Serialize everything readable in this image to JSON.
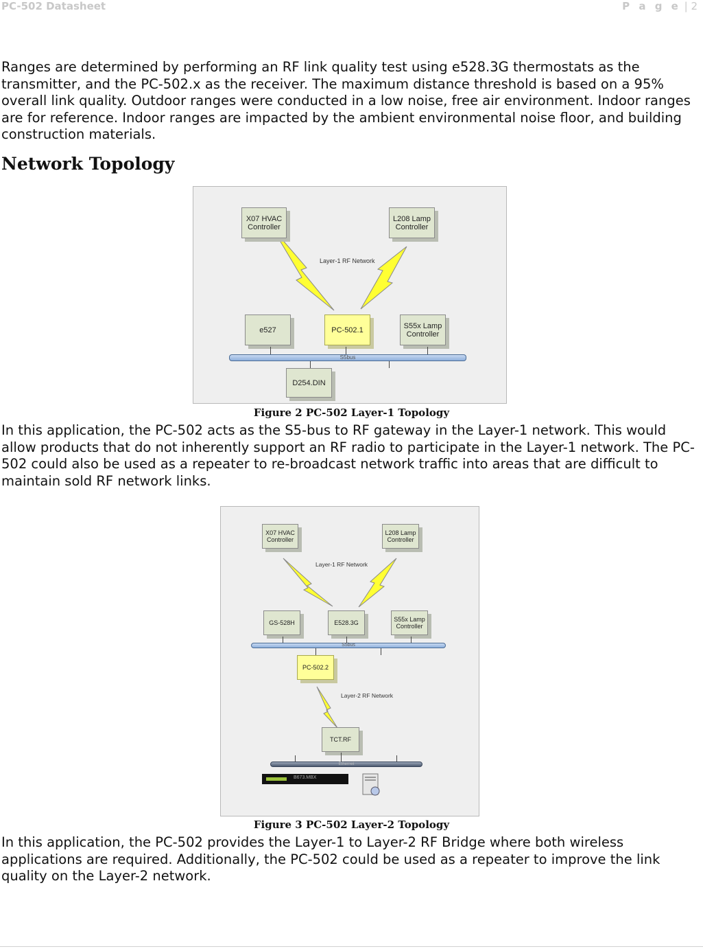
{
  "header": {
    "left": "PC-502 Datasheet",
    "right_word": "P a g e",
    "right_sep": " | ",
    "right_num": "2"
  },
  "intro": "Ranges are determined by performing an RF link quality test using e528.3G thermostats as the transmitter, and the PC-502.x as the receiver. The maximum distance threshold is based on a 95% overall link quality. Outdoor ranges were conducted in a low noise, free air environment. Indoor ranges are for reference. Indoor ranges are impacted by the ambient environmental noise floor, and building construction materials.",
  "section_heading": "Network Topology",
  "figure1": {
    "x07": "X07 HVAC\nController",
    "l208": "L208 Lamp\nController",
    "rf_label": "Layer-1 RF Network",
    "e527": "e527",
    "pc": "PC-502.1",
    "s55x": "S55x Lamp\nController",
    "bus": "S5bus",
    "d254": "D254.DIN",
    "caption": "Figure 2 PC-502 Layer-1 Topology"
  },
  "para2": "In this application, the PC-502 acts as the S5-bus to RF gateway in the Layer-1 network. This would allow products that do not inherently support an RF radio to participate in the Layer-1 network. The PC-502 could also be used as a repeater to re-broadcast network traffic into areas that are difficult to maintain sold RF network links.",
  "figure2": {
    "x07": "X07 HVAC\nController",
    "l208": "L208 Lamp\nController",
    "rf1_label": "Layer-1 RF Network",
    "gs528": "GS-528H",
    "e528": "E528.3G",
    "s55x": "S55x Lamp\nController",
    "bus": "S5bus",
    "pc": "PC-502.2",
    "rf2_label": "Layer-2 RF Network",
    "tct": "TCT.RF",
    "eth": "Ethernet",
    "b673": "B673.MBX",
    "caption": "Figure 3 PC-502 Layer-2 Topology"
  },
  "para3": "In this application, the PC-502 provides the Layer-1 to Layer-2 RF Bridge where both wireless applications are required. Additionally, the PC-502 could be used as a repeater to improve the link quality on the Layer-2 network.",
  "colors": {
    "bolt": "#ffff33",
    "device_box": "#dfe6d0",
    "highlight_box": "#ffff99",
    "bus": "#a9c4e8"
  }
}
